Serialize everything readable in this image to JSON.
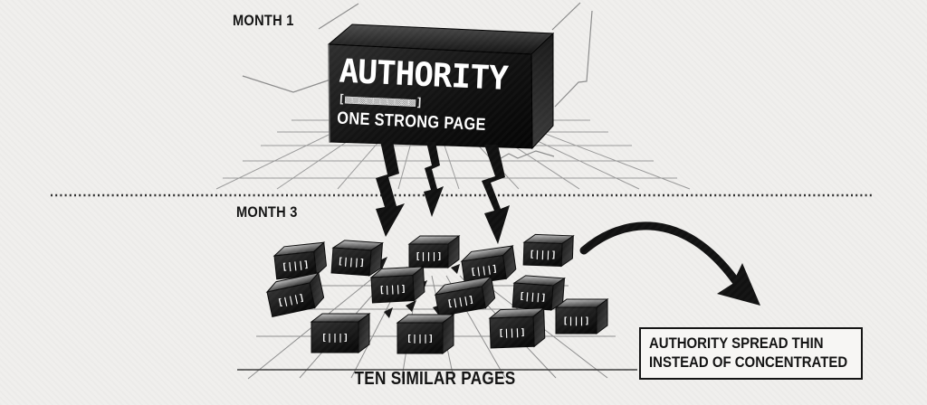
{
  "labels": {
    "month1": "MONTH 1",
    "month3": "MONTH 3"
  },
  "authority_box": {
    "title": "AUTHORITY",
    "meter": "[▩▩▩▩▩▩▩▩▩▩]",
    "subtitle": "ONE STRONG PAGE"
  },
  "cluster": {
    "cube_label": "[|||]",
    "caption": "TEN SIMILAR PAGES"
  },
  "callout": {
    "line1": "AUTHORITY SPREAD THIN",
    "line2": "INSTEAD OF CONCENTRATED"
  },
  "colors": {
    "paper": "#f0efed",
    "ink": "#111111",
    "grid_line": "#9a9a9a",
    "box_text": "#ffffff"
  }
}
